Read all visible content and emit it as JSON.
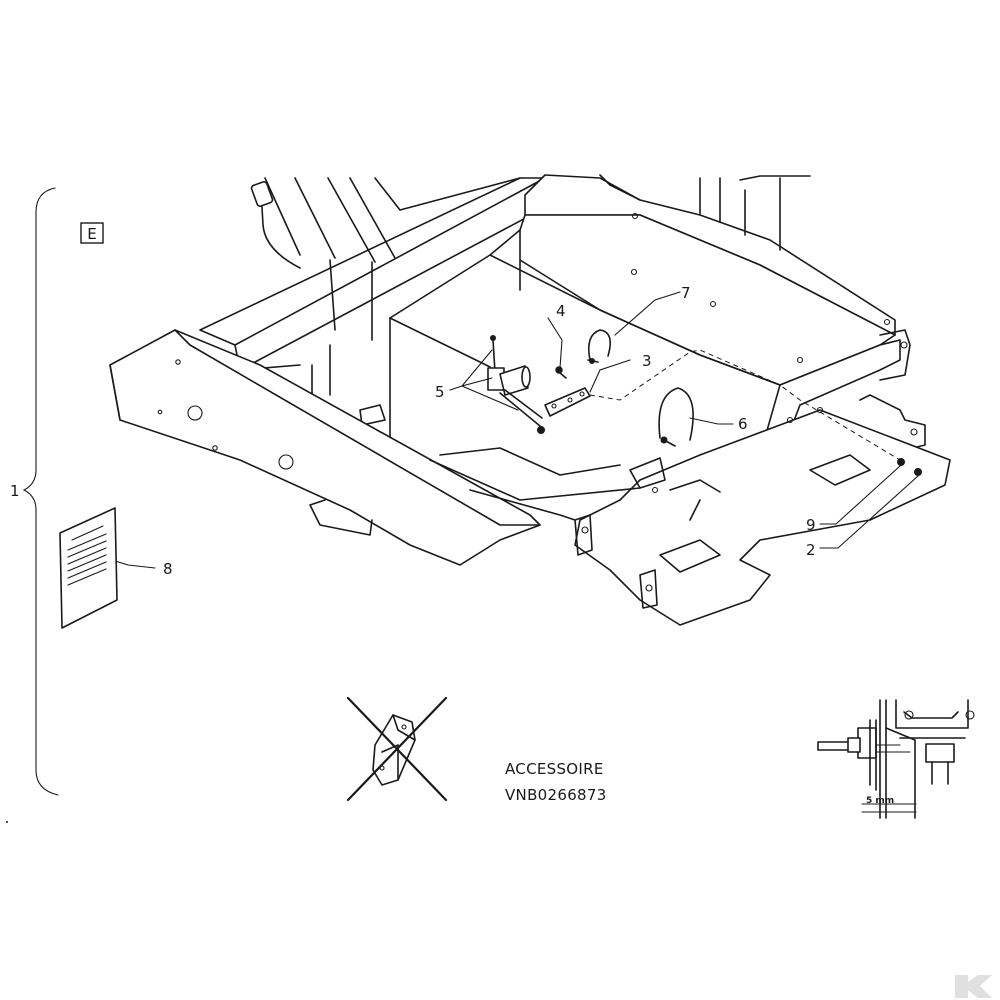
{
  "view_label": "E",
  "callouts": {
    "c1": "1",
    "c2": "2",
    "c3": "3",
    "c4": "4",
    "c5": "5",
    "c6": "6",
    "c7": "7",
    "c8": "8",
    "c9": "9"
  },
  "accessory_note": {
    "line1": "ACCESSOIRE",
    "line2": "VNB0266873"
  },
  "detail_dimension": "5 mm",
  "icons": {
    "prohibited": "crossed-out-bracket-icon",
    "document": "instruction-sheet-icon",
    "watermark": "brand-logo-icon"
  }
}
